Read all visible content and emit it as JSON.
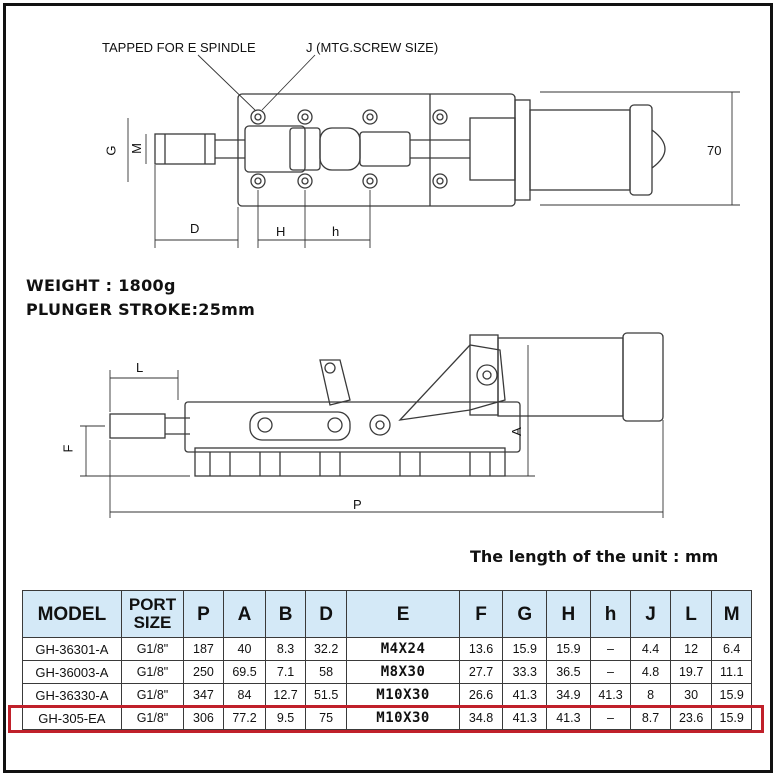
{
  "annotations": {
    "tapped_for_spindle": "TAPPED FOR E SPINDLE",
    "mtg_screw_size": "J (MTG.SCREW SIZE)",
    "dim_G": "G",
    "dim_M": "M",
    "dim_D": "D",
    "dim_H": "H",
    "dim_h": "h",
    "dim_70": "70",
    "dim_L": "L",
    "dim_F": "F",
    "dim_A": "A",
    "dim_P": "P"
  },
  "specs": {
    "weight": "WEIGHT : 1800g",
    "plunger_stroke": "PLUNGER STROKE:25mm",
    "units_note": "The length of the unit  : mm"
  },
  "table": {
    "headers": [
      "MODEL",
      "PORT SIZE",
      "P",
      "A",
      "B",
      "D",
      "E",
      "F",
      "G",
      "H",
      "h",
      "J",
      "L",
      "M"
    ],
    "rows": [
      [
        "GH-36301-A",
        "G1/8\"",
        "187",
        "40",
        "8.3",
        "32.2",
        "M4X24",
        "13.6",
        "15.9",
        "15.9",
        "–",
        "4.4",
        "12",
        "6.4"
      ],
      [
        "GH-36003-A",
        "G1/8\"",
        "250",
        "69.5",
        "7.1",
        "58",
        "M8X30",
        "27.7",
        "33.3",
        "36.5",
        "–",
        "4.8",
        "19.7",
        "11.1"
      ],
      [
        "GH-36330-A",
        "G1/8\"",
        "347",
        "84",
        "12.7",
        "51.5",
        "M10X30",
        "26.6",
        "41.3",
        "34.9",
        "41.3",
        "8",
        "30",
        "15.9"
      ],
      [
        "GH-305-EA",
        "G1/8\"",
        "306",
        "77.2",
        "9.5",
        "75",
        "M10X30",
        "34.8",
        "41.3",
        "41.3",
        "–",
        "8.7",
        "23.6",
        "15.9"
      ]
    ],
    "highlighted_row": 3
  },
  "colors": {
    "header_bg": "#d4e9f7",
    "highlight": "#c0202a",
    "line": "#333333"
  }
}
